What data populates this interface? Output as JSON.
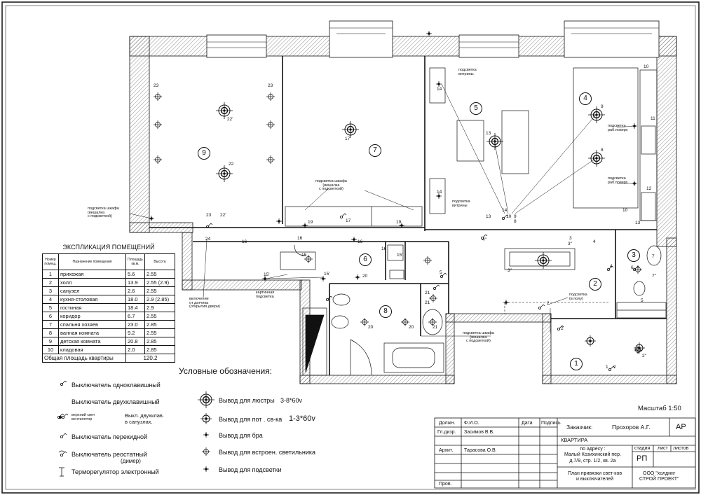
{
  "rooms": [
    {
      "num": "1"
    },
    {
      "num": "2"
    },
    {
      "num": "3"
    },
    {
      "num": "4"
    },
    {
      "num": "5"
    },
    {
      "num": "6"
    },
    {
      "num": "7"
    },
    {
      "num": "8"
    },
    {
      "num": "9"
    }
  ],
  "plan_labels": {
    "cab_light_left": "подсветка шкафа\n(вешалка\nс подсветкой)",
    "cab_light_mid": "подсветка шкафа\n(вешалка\nс подсветкой)",
    "cab_light_low": "подсветка шкафа\n(вешалка\nс подсветкой)",
    "vitr_top": "подсветка\nвитрины",
    "vitr_low": "подсветка\nвитрины",
    "work_top": "подсветка\nраб.поверх",
    "work_low": "подсветка\nраб.поверх",
    "floor_light": "подсветка\n(в полу)",
    "picture_light": "картинная\nподсветка",
    "dimmer_note": "включение\nот датчика\n(открытия двери)",
    "n23a": "23",
    "n23b": "23",
    "n22a": "22'",
    "n22b": "22",
    "n23c": "23",
    "n22c": "22'",
    "n17a": "17",
    "n17b": "17",
    "n19a": "19",
    "n19b": "19",
    "n24": "24",
    "n16a": "16",
    "n16b": "16",
    "n16c": "16",
    "n16d": "16",
    "n15a": "15",
    "n15b": "15'",
    "n15c": "15'",
    "n15d": "15'",
    "n20a": "20",
    "n20b": "20",
    "n20c": "20",
    "n21a": "21",
    "n21b": "21",
    "n21c": "21",
    "n14a": "14",
    "n14b": "14",
    "n14c": "14",
    "n13a": "13",
    "n13b": "13",
    "n10a": "10",
    "n9": "9",
    "n8": "8",
    "n9b": "9",
    "n8b": "8",
    "n10b": "10",
    "n11": "11",
    "n12": "12",
    "n10c": "10",
    "n13c": "13",
    "n3s": "3",
    "n3s2": "3\"",
    "n4s": "4\"",
    "n4s2": "4",
    "n3q": "3\"",
    "n7": "7",
    "n7b": "7\"",
    "n6": "6",
    "n5": "5",
    "n4b": "4",
    "n2a": "2",
    "n2b": "2",
    "n2c": "2",
    "n1a": "1",
    "n2d": "2\"",
    "n5b": "5"
  },
  "explication": {
    "caption": "ЭКСПЛИКАЦИЯ ПОМЕЩЕНИЙ",
    "headers": [
      "Номер помещ.",
      "Назначение помещения",
      "Площадь кв.м.",
      "Высота"
    ],
    "rows": [
      [
        "1",
        "прихожая",
        "5.6",
        "2.55"
      ],
      [
        "2",
        "холл",
        "13.9",
        "2.55 (2.9)"
      ],
      [
        "3",
        "санузел",
        "2.6",
        "2.55"
      ],
      [
        "4",
        "кухня-столовая",
        "18.0",
        "2.9 (2.85)"
      ],
      [
        "5",
        "гостиная",
        "18.4",
        "2.9"
      ],
      [
        "6",
        "коридор",
        "6.7",
        "2.55"
      ],
      [
        "7",
        "спальня хозяев",
        "23.0",
        "2.85"
      ],
      [
        "8",
        "ванная комната",
        "9.2",
        "2.55"
      ],
      [
        "9",
        "детская комната",
        "20.8",
        "2.85"
      ],
      [
        "10",
        "кладовая",
        "2.0",
        "2.85"
      ]
    ],
    "total_label": "Общая площадь квартиры",
    "total_value": "120.2"
  },
  "legend": {
    "title": "Условные обозначения:",
    "single_switch": "Выключатель одноклавишный",
    "double_switch": "Выключатель двухклавишный",
    "top_light_vent": "верхний свет\nвентилятор",
    "bath_switch_note": "Выкл. двухклав.\nв санузлах.",
    "cross_switch": "Выключатель перекидной",
    "dimmer_switch": "Выключатель реостатный",
    "dimmer_note": "(димер)",
    "thermostat": "Терморегулятор электронный",
    "chandelier": "Вывод для люстры",
    "chandelier_spec": "3-8*60v",
    "ceiling_lamp": "Вывод для пот . св-ка",
    "ceiling_spec": "1-3*60v",
    "sconce": "Вывод для бра",
    "recessed": "Вывод для встроен. светильника",
    "backlight": "Вывод для подсветки"
  },
  "scale": "Масштаб 1:50",
  "title_block": {
    "dolzhn": "Должн.",
    "fio": "Ф.И.О.",
    "data": "Дата",
    "podpis": "Подпись",
    "gip_label": "Гл.дизр.",
    "gip_name": "Засимов В.В.",
    "arh_label": "Архит.",
    "arh_name": "Тарасова О.В.",
    "prov_label": "Пров.",
    "customer_label": "Заказчик:",
    "customer_name": "Прохоров А.Г.",
    "code": "АР",
    "object": "КВАРТИРА",
    "address": "по адресу :\nМалый Козихинский пер.\nд.7/9, стр. 1/2, кв. 2а",
    "stage_label": "стадия",
    "sheet_label": "лист",
    "sheets_label": "листов",
    "stage_value": "РП",
    "sheet_title": "План привязки свет-ков\nи выключателей",
    "company": "ООО \"холдинг\nСТРОЙ ПРОЕКТ\""
  }
}
